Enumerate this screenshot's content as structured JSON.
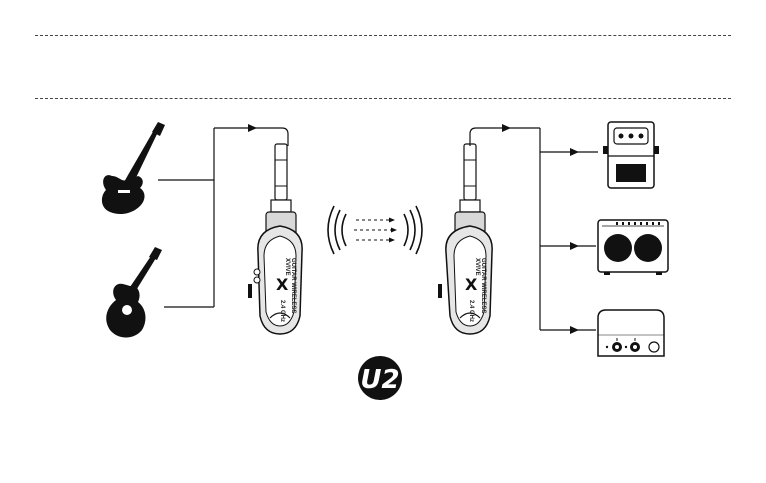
{
  "transmitter": {
    "brand_mark": "X",
    "brand_name": "XVIVE",
    "model_text": "GUITAR WIRELESS",
    "band_text": "2.4 GHz"
  },
  "receiver": {
    "brand_mark": "X",
    "brand_name": "XVIVE",
    "model_text": "GUITAR WIRELESS",
    "band_text": "2.4 GHz"
  },
  "badge": {
    "text": "U2"
  },
  "icons": {
    "inputs": [
      "electric-guitar-icon",
      "acoustic-guitar-icon"
    ],
    "outputs": [
      "effects-pedal-icon",
      "guitar-amplifier-icon",
      "audio-interface-icon"
    ],
    "signal": "wireless-signal-icon"
  },
  "colors": {
    "line": "#111111",
    "device_fill": "#e6e6e6",
    "accent": "#c8102e"
  }
}
